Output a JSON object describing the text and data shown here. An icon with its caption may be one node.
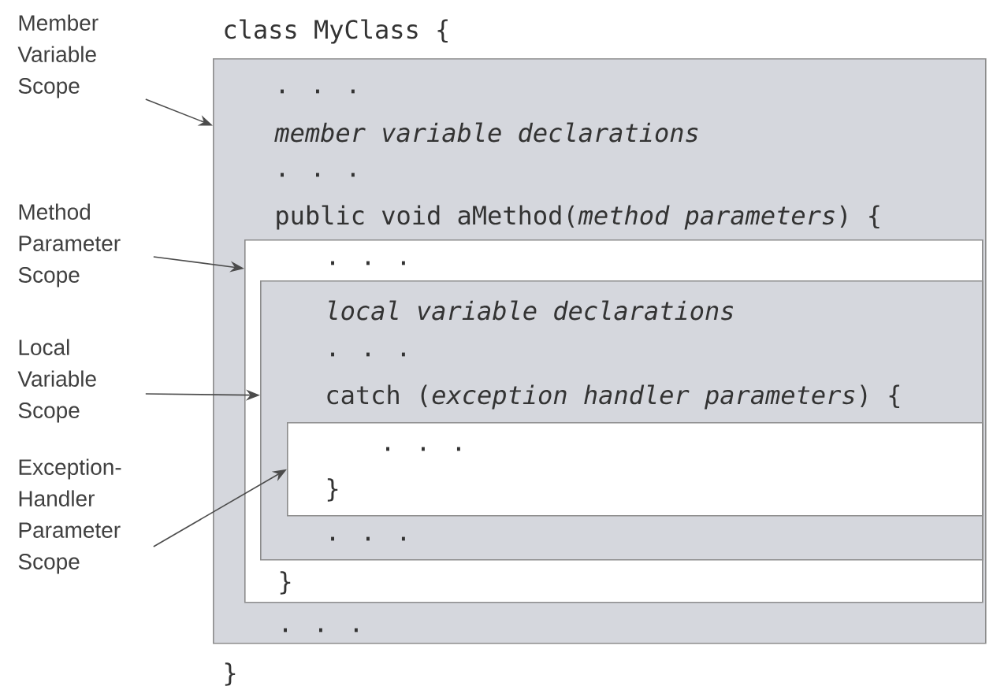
{
  "diagram": {
    "nodes": [
      {
        "text": [
          "Member Variable Scope"
        ]
      },
      {
        "text": [
          ". . .",
          "member variable declarations",
          ". . .",
          "public void aMethod(*method parameters*) {",
          ". . ."
        ]
      },
      {
        "text": [
          "Method Parameter Scope"
        ]
      },
      {
        "text": [
          ". . .",
          "}"
        ],
        "in": 1
      },
      {
        "text": [
          "Local Variable Scope"
        ]
      },
      {
        "text": [
          "local variable declarations",
          ". . .",
          "catch (*exception handler parameters*) {",
          ". . ."
        ],
        "in": 3
      },
      {
        "text": [
          "Exception-Handler Parameter Scope"
        ]
      },
      {
        "text": [
          ". . .",
          "}"
        ],
        "in": 5
      }
    ],
    "edges": [
      {
        "from": 0,
        "to": 1,
        "arrow": "to"
      },
      {
        "from": 2,
        "to": 3,
        "arrow": "to"
      },
      {
        "from": 4,
        "to": 5,
        "arrow": "to"
      },
      {
        "from": 6,
        "to": 7,
        "arrow": "to"
      }
    ],
    "labels": [
      "class MyClass {",
      "}"
    ]
  }
}
